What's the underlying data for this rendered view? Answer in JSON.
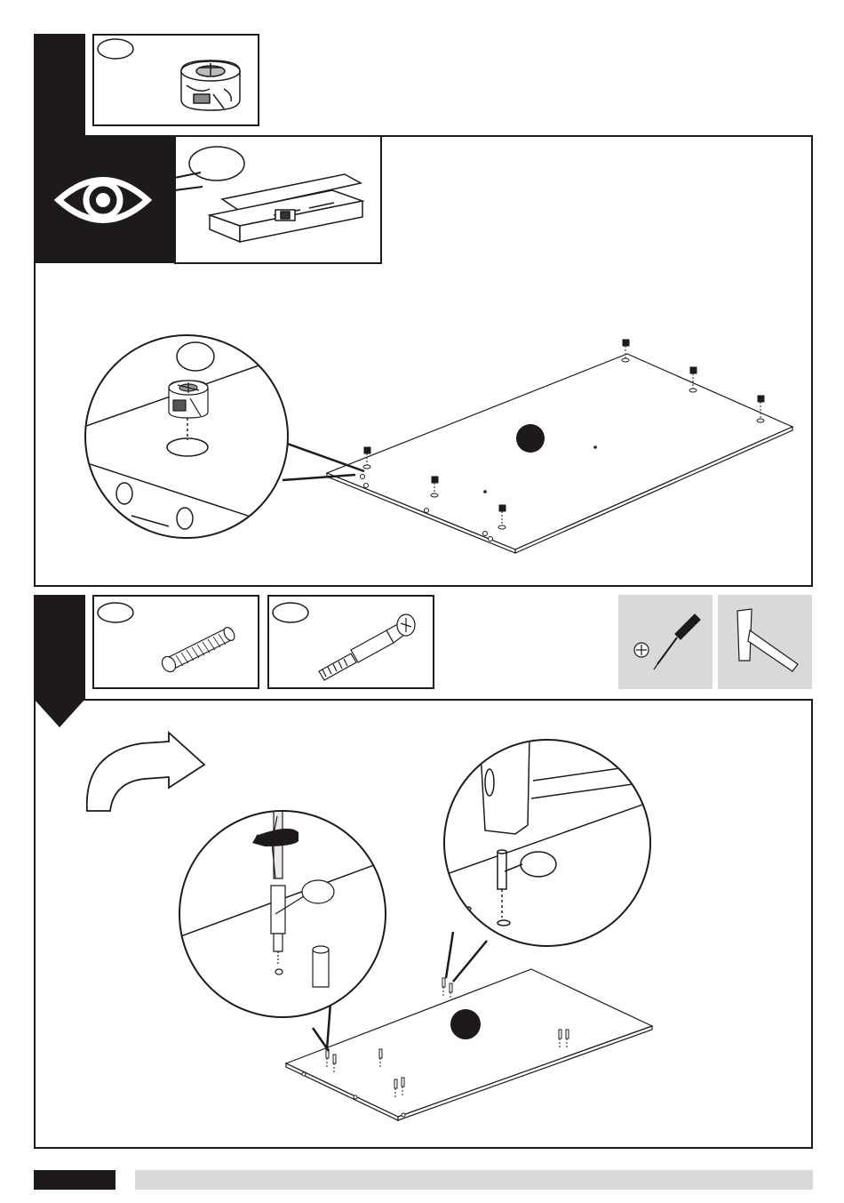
{
  "page": {
    "background": "#ffffff",
    "ink": "#1e1a1b",
    "tool_panel_color": "#d9d9d9"
  },
  "steps": [
    {
      "parts": [
        {
          "icon": "cam-lock-icon",
          "label": ""
        }
      ],
      "callout": {
        "icon": "eye-icon",
        "box_icon": "parts-box-icon"
      },
      "detail": {
        "icon": "cam-lock-insert-detail"
      }
    },
    {
      "parts": [
        {
          "icon": "wooden-dowel-icon",
          "label": ""
        },
        {
          "icon": "cam-bolt-icon",
          "label": ""
        }
      ],
      "tools": [
        {
          "icon": "phillips-screwdriver-icon"
        },
        {
          "icon": "hammer-icon"
        }
      ],
      "details": [
        {
          "icon": "screwdriver-bolt-detail"
        },
        {
          "icon": "hammer-dowel-detail"
        }
      ]
    }
  ],
  "footer": {
    "page_number": ""
  }
}
